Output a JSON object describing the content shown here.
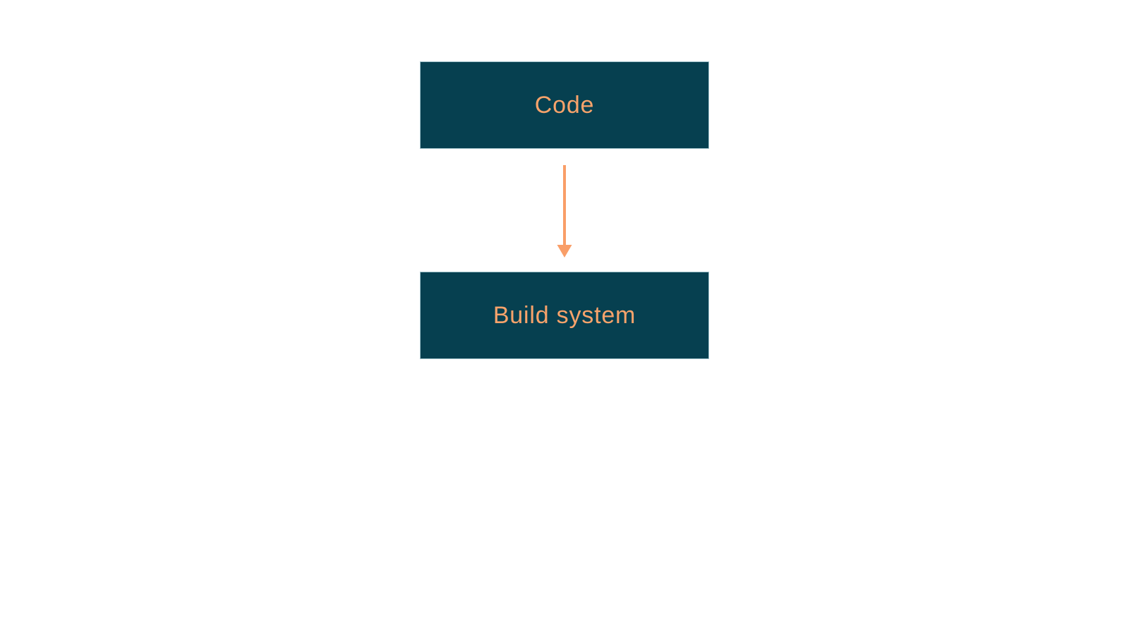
{
  "diagram": {
    "title": "",
    "nodes": [
      {
        "id": "code",
        "label": "Code"
      },
      {
        "id": "build-system",
        "label": "Build system"
      }
    ],
    "edges": [
      {
        "from": "code",
        "to": "build-system",
        "direction": "down",
        "style": "solid-arrow"
      }
    ],
    "colors": {
      "background": "#ffffff",
      "node_fill": "#064050",
      "node_border": "#9fc1c9",
      "node_text": "#f8a36b",
      "arrow": "#f99e68"
    }
  }
}
